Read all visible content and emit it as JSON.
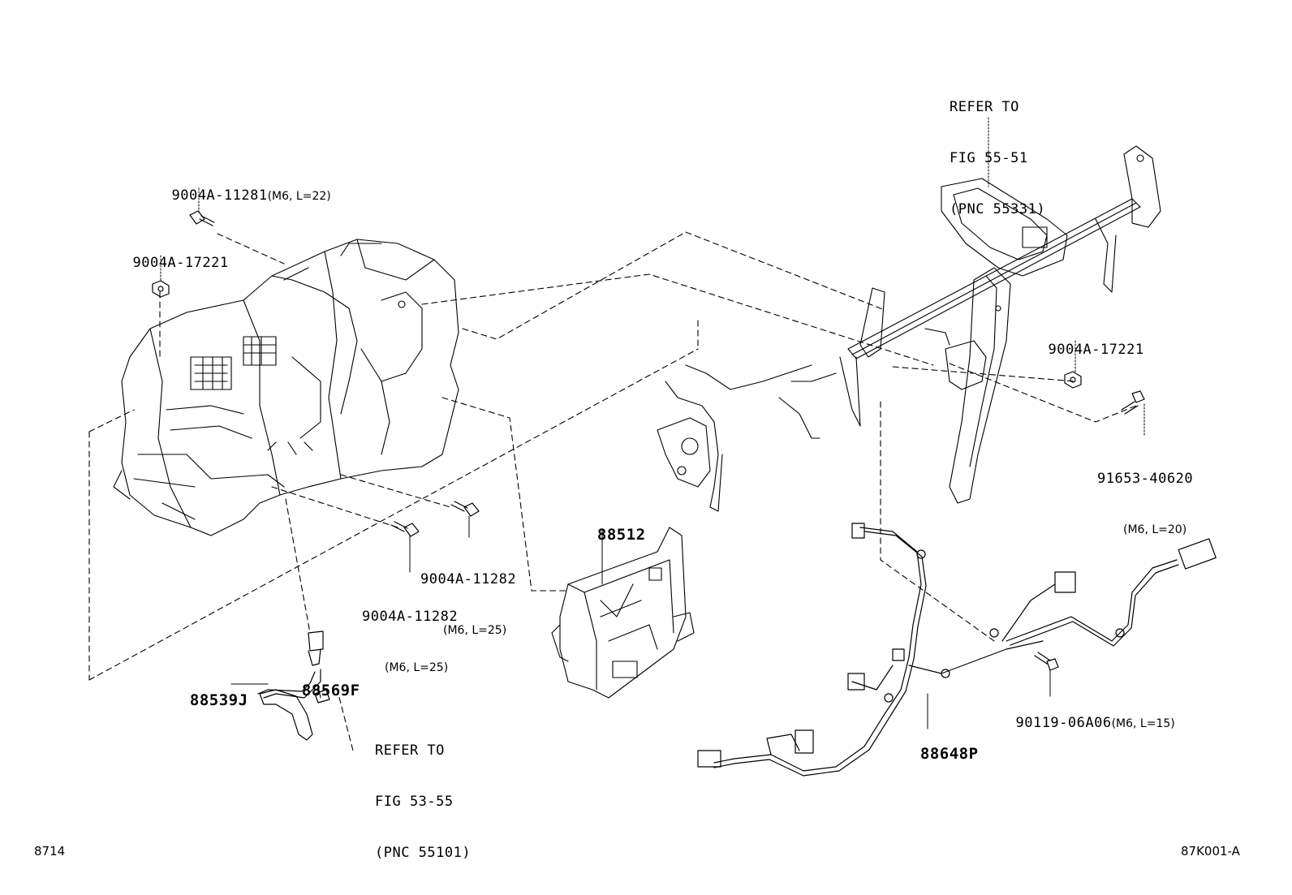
{
  "refs": {
    "hvac": {
      "lines": [
        "REFER TO",
        "FIG 55-51",
        "(PNC 55331)"
      ]
    },
    "duct": {
      "lines": [
        "REFER TO",
        "FIG 53-55",
        "(PNC 55101)"
      ]
    }
  },
  "parts": {
    "bolt_11281": {
      "number": "9004A-11281",
      "spec": "(M6, L=22)"
    },
    "nut_17221_left": {
      "number": "9004A-17221"
    },
    "nut_17221_right": {
      "number": "9004A-17221"
    },
    "bolt_40620": {
      "number": "91653-40620",
      "spec": "(M6, L=20)"
    },
    "bolt_11282_a": {
      "number": "9004A-11282",
      "spec": "(M6, L=25)"
    },
    "bolt_11282_b": {
      "number": "9004A-11282",
      "spec": "(M6, L=25)"
    },
    "ecu_88512": {
      "number": "88512"
    },
    "tube_88539J": {
      "number": "88539J"
    },
    "clip_88569F": {
      "number": "88569F"
    },
    "harness_88648P": {
      "number": "88648P"
    },
    "bolt_06A06": {
      "number": "90119-06A06",
      "spec": "(M6, L=15)"
    }
  },
  "footer": {
    "left_code": "8714",
    "right_code": "87K001-A"
  }
}
